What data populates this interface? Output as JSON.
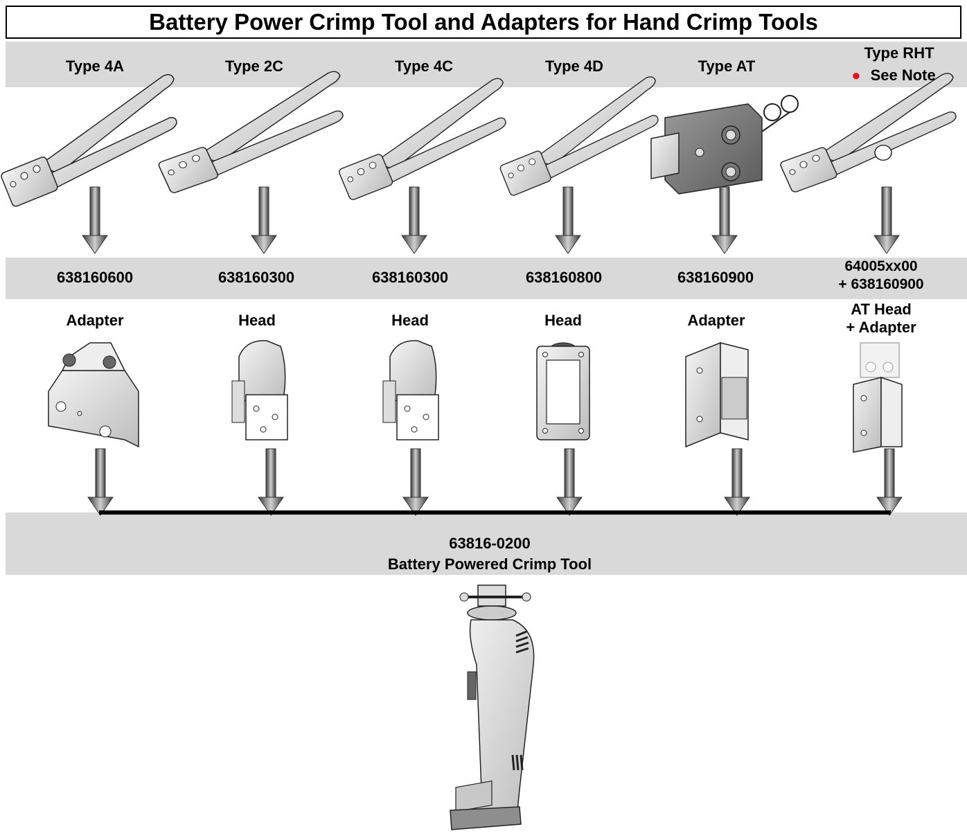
{
  "title": "Battery Power Crimp Tool and Adapters for Hand Crimp Tools",
  "columns": [
    {
      "type": "Type 4A",
      "part": "638160600",
      "kind": "Adapter"
    },
    {
      "type": "Type 2C",
      "part": "638160300",
      "kind": "Head"
    },
    {
      "type": "Type 4C",
      "part": "638160300",
      "kind": "Head"
    },
    {
      "type": "Type 4D",
      "part": "638160800",
      "kind": "Head"
    },
    {
      "type": "Type AT",
      "part": "638160900",
      "kind": "Adapter"
    },
    {
      "type": "Type RHT",
      "note": "See Note",
      "part_line1": "64005xx00",
      "part_line2": "+ 638160900",
      "kind_line1": "AT Head",
      "kind_line2": "+ Adapter"
    }
  ],
  "base_tool": {
    "part": "63816-0200",
    "name": "Battery Powered Crimp Tool"
  },
  "colors": {
    "band": "#d9d9d9",
    "note_dot": "#e8141a",
    "bus_line": "#000000"
  },
  "icons": [
    "hand-crimp-tool-icon",
    "adapter-icon",
    "crimp-head-icon",
    "down-arrow-icon",
    "battery-crimp-tool-icon"
  ]
}
